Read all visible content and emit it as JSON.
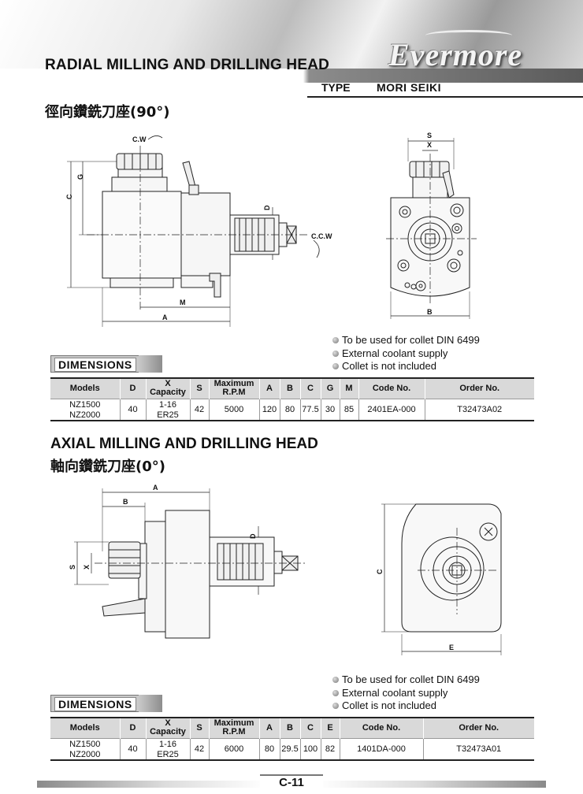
{
  "header": {
    "title": "RADIAL MILLING AND DRILLING HEAD",
    "brand": "Evermore",
    "type_label": "TYPE",
    "type_value": "MORI  SEIKI"
  },
  "radial": {
    "cn_title": "徑向鑽銑刀座(90°)",
    "labels": {
      "cw": "C.W",
      "ccw": "C.C.W",
      "g": "G",
      "c": "C",
      "d": "D",
      "m": "M",
      "a": "A",
      "s": "S",
      "x": "X",
      "b": "B"
    },
    "dimensions_label": "DIMENSIONS",
    "notes": [
      "To be used for collet DIN 6499",
      "External coolant supply",
      "Collet is not included"
    ],
    "table": {
      "headers": [
        "Models",
        "D",
        "X\nCapacity",
        "S",
        "Maximum\nR.P.M",
        "A",
        "B",
        "C",
        "G",
        "M",
        "Code No.",
        "Order No."
      ],
      "models": [
        "NZ1500",
        "NZ2000"
      ],
      "x_capacity": [
        "1-16",
        "ER25"
      ],
      "values": {
        "D": "40",
        "S": "42",
        "RPM": "5000",
        "A": "120",
        "B": "80",
        "C": "77.5",
        "G": "30",
        "M": "85",
        "code": "2401EA-000",
        "order": "T32473A02"
      }
    }
  },
  "axial": {
    "title": "AXIAL MILLING AND DRILLING HEAD",
    "cn_title": "軸向鑽銑刀座(0°)",
    "labels": {
      "a": "A",
      "b": "B",
      "d": "D",
      "s": "S",
      "x": "X",
      "c": "C",
      "e": "E"
    },
    "dimensions_label": "DIMENSIONS",
    "notes": [
      "To be used for collet DIN 6499",
      "External coolant supply",
      "Collet is not included"
    ],
    "table": {
      "headers": [
        "Models",
        "D",
        "X\nCapacity",
        "S",
        "Maximum\nR.P.M",
        "A",
        "B",
        "C",
        "E",
        "Code No.",
        "Order No."
      ],
      "models": [
        "NZ1500",
        "NZ2000"
      ],
      "x_capacity": [
        "1-16",
        "ER25"
      ],
      "values": {
        "D": "40",
        "S": "42",
        "RPM": "6000",
        "A": "80",
        "B": "29.5",
        "C": "100",
        "E": "82",
        "code": "1401DA-000",
        "order": "T32473A01"
      }
    }
  },
  "footer": {
    "page": "C-11"
  }
}
